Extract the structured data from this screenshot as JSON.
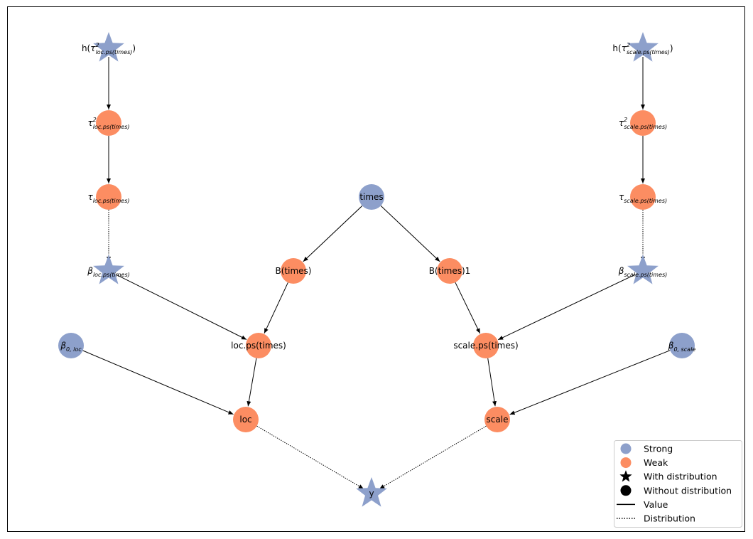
{
  "colors": {
    "strong": "#8da0cb",
    "weak": "#fc8d62",
    "edge": "#000000",
    "frame": "#000000",
    "background": "#ffffff"
  },
  "nodes": [
    {
      "id": "h_tau2_loc",
      "shape": "star",
      "kind": "strong",
      "label": {
        "prefix": "h(",
        "sym": "τ",
        "sup": "2",
        "sub": "loc.ps(times)",
        "suffix": ")"
      }
    },
    {
      "id": "tau2_loc",
      "shape": "circle",
      "kind": "weak",
      "label": {
        "prefix": "",
        "sym": "τ",
        "sup": "2",
        "sub": "loc.ps(times)",
        "suffix": ""
      }
    },
    {
      "id": "tau_loc",
      "shape": "circle",
      "kind": "weak",
      "label": {
        "prefix": "",
        "sym": "τ",
        "sup": "",
        "sub": "loc.ps(times)",
        "suffix": ""
      }
    },
    {
      "id": "beta_loc",
      "shape": "star",
      "kind": "strong",
      "label": {
        "prefix": "",
        "sym": "β",
        "sup": "",
        "sub": "loc.ps(times)",
        "suffix": ""
      }
    },
    {
      "id": "beta0_loc",
      "shape": "circle",
      "kind": "strong",
      "label": {
        "prefix": "",
        "sym": "β",
        "sup": "",
        "sub": "0, loc",
        "suffix": ""
      }
    },
    {
      "id": "loc_ps",
      "shape": "circle",
      "kind": "weak",
      "label": {
        "text": "loc.ps(times)"
      }
    },
    {
      "id": "loc",
      "shape": "circle",
      "kind": "weak",
      "label": {
        "text": "loc"
      }
    },
    {
      "id": "times",
      "shape": "circle",
      "kind": "strong",
      "label": {
        "text": "times"
      }
    },
    {
      "id": "B_times",
      "shape": "circle",
      "kind": "weak",
      "label": {
        "text": "B(times)"
      }
    },
    {
      "id": "B_times1",
      "shape": "circle",
      "kind": "weak",
      "label": {
        "text": "B(times)1"
      }
    },
    {
      "id": "y",
      "shape": "star",
      "kind": "strong",
      "label": {
        "text": "y"
      }
    },
    {
      "id": "h_tau2_scale",
      "shape": "star",
      "kind": "strong",
      "label": {
        "prefix": "h(",
        "sym": "τ",
        "sup": "2",
        "sub": "scale.ps(times)",
        "suffix": ")"
      }
    },
    {
      "id": "tau2_scale",
      "shape": "circle",
      "kind": "weak",
      "label": {
        "prefix": "",
        "sym": "τ",
        "sup": "2",
        "sub": "scale.ps(times)",
        "suffix": ""
      }
    },
    {
      "id": "tau_scale",
      "shape": "circle",
      "kind": "weak",
      "label": {
        "prefix": "",
        "sym": "τ",
        "sup": "",
        "sub": "scale.ps(times)",
        "suffix": ""
      }
    },
    {
      "id": "beta_scale",
      "shape": "star",
      "kind": "strong",
      "label": {
        "prefix": "",
        "sym": "β",
        "sup": "",
        "sub": "scale.ps(times)",
        "suffix": ""
      }
    },
    {
      "id": "beta0_scale",
      "shape": "circle",
      "kind": "strong",
      "label": {
        "prefix": "",
        "sym": "β",
        "sup": "",
        "sub": "0, scale",
        "suffix": ""
      }
    },
    {
      "id": "scale_ps",
      "shape": "circle",
      "kind": "weak",
      "label": {
        "text": "scale.ps(times)"
      }
    },
    {
      "id": "scale",
      "shape": "circle",
      "kind": "weak",
      "label": {
        "text": "scale"
      }
    }
  ],
  "edges": [
    {
      "from": "h_tau2_loc",
      "to": "tau2_loc",
      "style": "value"
    },
    {
      "from": "tau2_loc",
      "to": "tau_loc",
      "style": "value"
    },
    {
      "from": "tau_loc",
      "to": "beta_loc",
      "style": "distribution"
    },
    {
      "from": "beta_loc",
      "to": "loc_ps",
      "style": "value"
    },
    {
      "from": "B_times",
      "to": "loc_ps",
      "style": "value"
    },
    {
      "from": "times",
      "to": "B_times",
      "style": "value"
    },
    {
      "from": "times",
      "to": "B_times1",
      "style": "value"
    },
    {
      "from": "loc_ps",
      "to": "loc",
      "style": "value"
    },
    {
      "from": "beta0_loc",
      "to": "loc",
      "style": "value"
    },
    {
      "from": "loc",
      "to": "y",
      "style": "distribution"
    },
    {
      "from": "h_tau2_scale",
      "to": "tau2_scale",
      "style": "value"
    },
    {
      "from": "tau2_scale",
      "to": "tau_scale",
      "style": "value"
    },
    {
      "from": "tau_scale",
      "to": "beta_scale",
      "style": "distribution"
    },
    {
      "from": "beta_scale",
      "to": "scale_ps",
      "style": "value"
    },
    {
      "from": "B_times1",
      "to": "scale_ps",
      "style": "value"
    },
    {
      "from": "scale_ps",
      "to": "scale",
      "style": "value"
    },
    {
      "from": "beta0_scale",
      "to": "scale",
      "style": "value"
    },
    {
      "from": "scale",
      "to": "y",
      "style": "distribution"
    }
  ],
  "legend": {
    "items": [
      {
        "key": "strong",
        "marker": "circle-strong",
        "label": "Strong"
      },
      {
        "key": "weak",
        "marker": "circle-weak",
        "label": "Weak"
      },
      {
        "key": "with_dist",
        "marker": "star-black",
        "label": "With distribution"
      },
      {
        "key": "without_dist",
        "marker": "circle-black",
        "label": "Without distribution"
      },
      {
        "key": "value",
        "marker": "line-solid",
        "label": "Value"
      },
      {
        "key": "distribution",
        "marker": "line-dotted",
        "label": "Distribution"
      }
    ]
  }
}
